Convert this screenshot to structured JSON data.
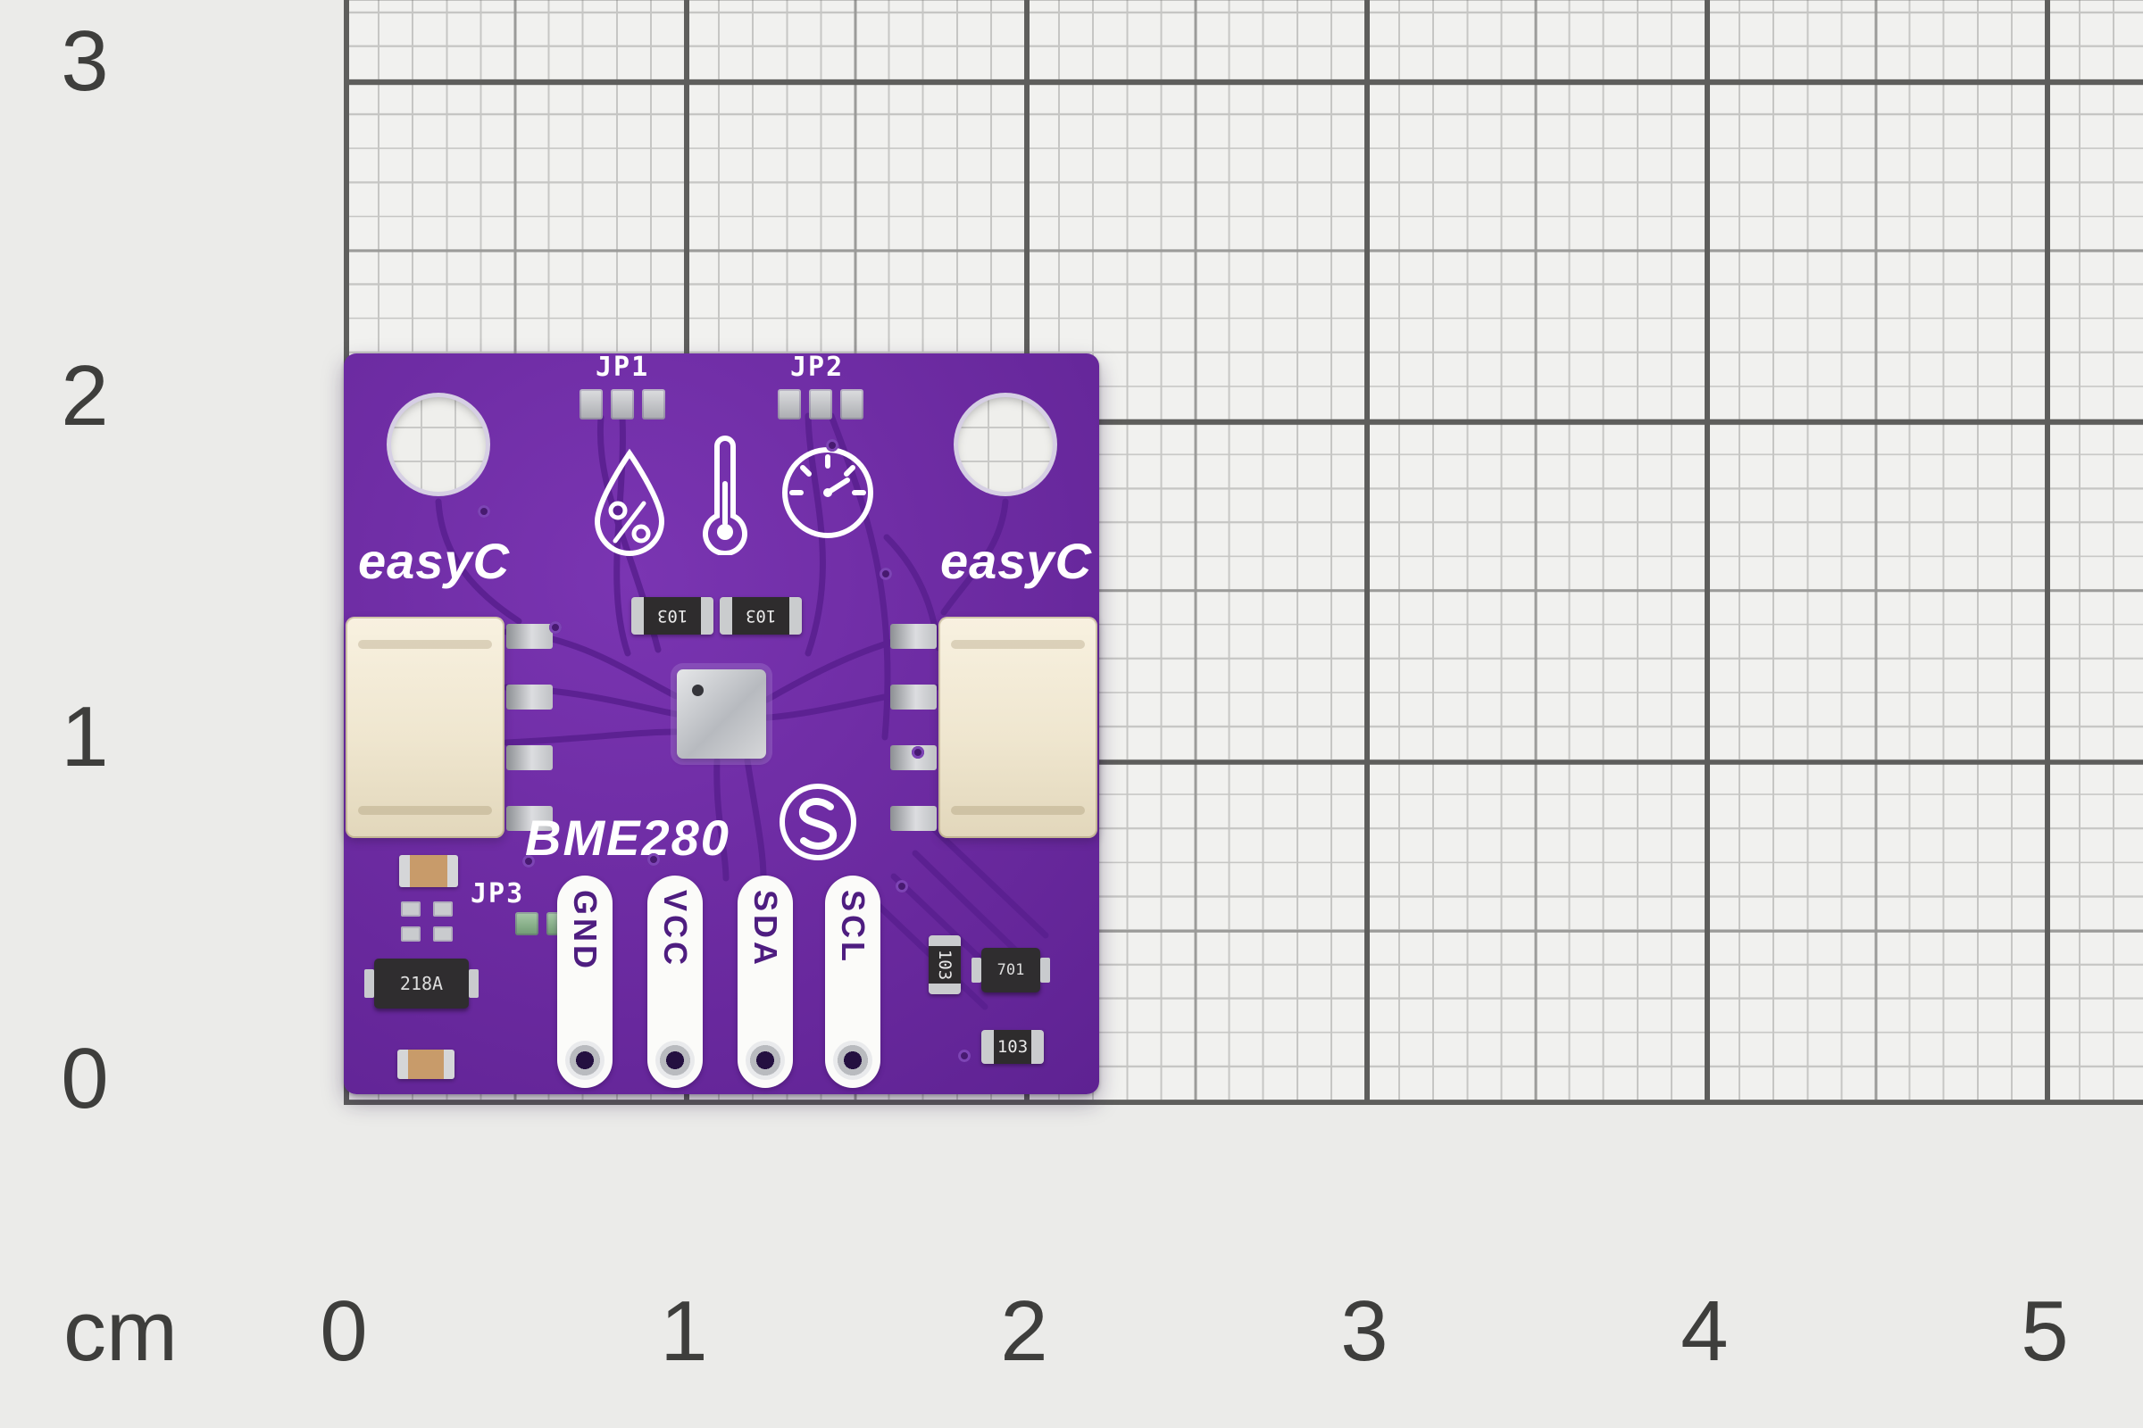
{
  "scene": {
    "description": "Purple BME280 easyC sensor breakout board photographed on millimeter graph paper with centimeter ruler markings"
  },
  "ruler": {
    "unit": "cm",
    "vertical": [
      "3",
      "2",
      "1",
      "0"
    ],
    "horizontal": [
      "0",
      "1",
      "2",
      "3",
      "4",
      "5"
    ]
  },
  "board": {
    "title": "BME280",
    "brand_left": "easyC",
    "brand_right": "easyC",
    "jumpers": {
      "jp1": "JP1",
      "jp2": "JP2",
      "jp3": "JP3"
    },
    "pins": [
      "GND",
      "VCC",
      "SDA",
      "SCL"
    ],
    "markings": {
      "resistor": "103",
      "regulator": "218A",
      "ic": "701"
    },
    "colors": {
      "soldermask": "#6b2aa0",
      "trace": "#5a2090",
      "silkscreen": "#ffffff",
      "connector": "#f2ead7",
      "paper": "#ebebe9"
    }
  }
}
